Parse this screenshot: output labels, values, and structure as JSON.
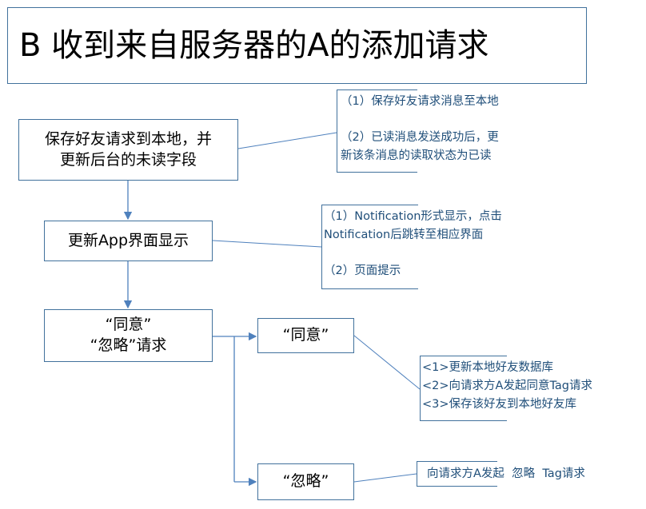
{
  "title": "B 收到来自服务器的A的添加请求",
  "nodes": {
    "save_request": [
      "保存好友请求到本地，并",
      "更新后台的未读字段"
    ],
    "update_ui": "更新App界面显示",
    "agree_ignore": [
      "“同意”",
      "“忽略”请求"
    ],
    "agree": "“同意”",
    "ignore": "“忽略”"
  },
  "notes": {
    "save": [
      "（1）保存好友请求消息至本地",
      "（2）已读消息发送成功后，更",
      "新该条消息的读取状态为已读"
    ],
    "ui": [
      "（1）Notification形式显示，点击",
      "Notification后跳转至相应界面",
      "（2）页面提示"
    ],
    "agree": [
      "<1>更新本地好友数据库",
      "<2>向请求方A发起同意Tag请求",
      "<3>保存该好友到本地好友库"
    ],
    "ignore": "向请求方A发起  忽略  Tag请求"
  },
  "colors": {
    "border": "#41719c",
    "connector": "#4f81bd",
    "note_text": "#1f4e79"
  }
}
